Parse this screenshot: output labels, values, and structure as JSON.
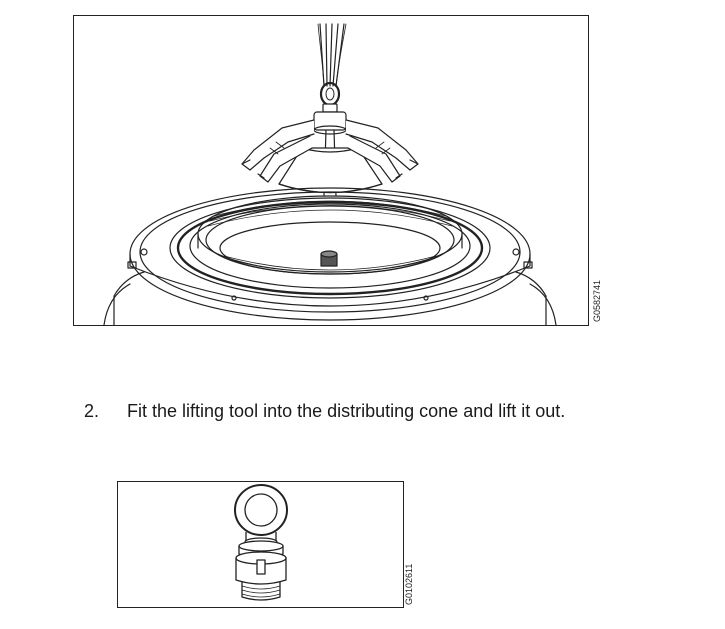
{
  "figures": {
    "fig1_code": "G0582741",
    "fig2_code": "G0102611"
  },
  "step": {
    "number": "2.",
    "text": "Fit the lifting tool into the distributing cone and lift it out."
  },
  "icons": {
    "figure1": "lifting-tool-over-separator-bowl-illustration",
    "figure2": "eye-bolt-lifting-tool-illustration"
  }
}
